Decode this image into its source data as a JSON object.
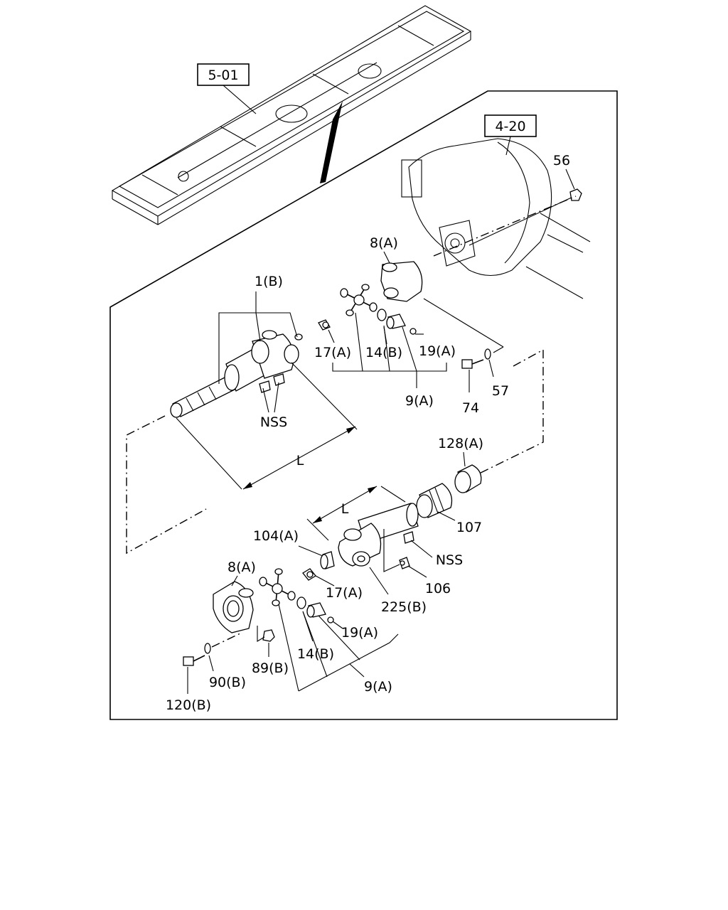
{
  "refs": {
    "frame": "5-01",
    "axle": "4-20"
  },
  "labels": {
    "p56": "56",
    "p8a_top": "8(A)",
    "p1b": "1(B)",
    "p17a_top": "17(A)",
    "p14b_top": "14(B)",
    "p19a_top": "19(A)",
    "p9a_top": "9(A)",
    "p57": "57",
    "p74": "74",
    "nss_top": "NSS",
    "L_top": "L",
    "p128a": "128(A)",
    "p107": "107",
    "L_bottom": "L",
    "p104a": "104(A)",
    "nss_bottom": "NSS",
    "p8a_bottom": "8(A)",
    "p17a_bottom": "17(A)",
    "p106": "106",
    "p225b": "225(B)",
    "p19a_bottom": "19(A)",
    "p14b_bottom": "14(B)",
    "p89b": "89(B)",
    "p90b": "90(B)",
    "p9a_bottom": "9(A)",
    "p120b": "120(B)"
  }
}
